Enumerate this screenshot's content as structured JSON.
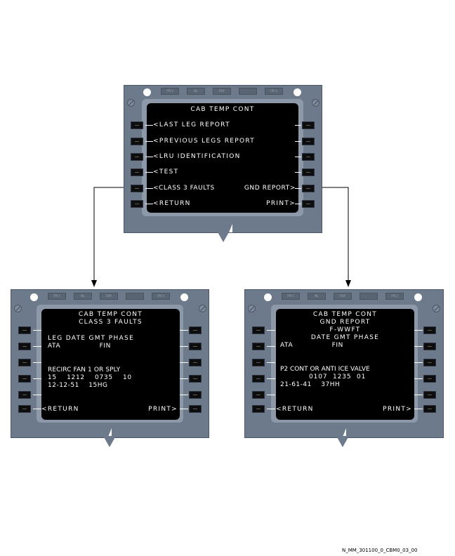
{
  "top_panel": {
    "keys": [
      "FM 1",
      "NL",
      "RDY",
      "",
      "FM 2"
    ],
    "title": "CAB TEMP CONT",
    "left_prompts": [
      "<LAST LEG REPORT",
      "<PREVIOUS LEGS REPORT",
      "<LRU IDENTIFICATION",
      "<TEST",
      "<CLASS 3 FAULTS",
      "<RETURN"
    ],
    "right_prompts": [
      "GND REPORT>",
      "PRINT>"
    ]
  },
  "left_panel": {
    "keys": [
      "FM 1",
      "NL",
      "RDY",
      "",
      "FM 2"
    ],
    "title": "CAB TEMP CONT",
    "subtitle": "CLASS 3 FAULTS",
    "header1": "LEG DATE GMT PHASE",
    "header2": "ATA                FIN",
    "fault": "RECIRC FAN 1 OR SPLY",
    "row1": "15    1212    0735    10",
    "row2": "12-12-51    15HG",
    "return": "<RETURN",
    "print": "PRINT>"
  },
  "right_panel": {
    "keys": [
      "FM 1",
      "NL",
      "RDY",
      "",
      "FM 2"
    ],
    "title": "CAB TEMP CONT",
    "subtitle": "GND REPORT",
    "tail": "F-WWFT",
    "header1": "DATE GMT PHASE",
    "header2": "ATA                FIN",
    "fault": "P2 CONT OR ANTI ICE VALVE",
    "row1": "0107  1235  01",
    "row2": "21-61-41    37HH",
    "return": "<RETURN",
    "print": "PRINT>"
  },
  "figure_ref": "N_MM_301100_0_CBM0_03_00"
}
